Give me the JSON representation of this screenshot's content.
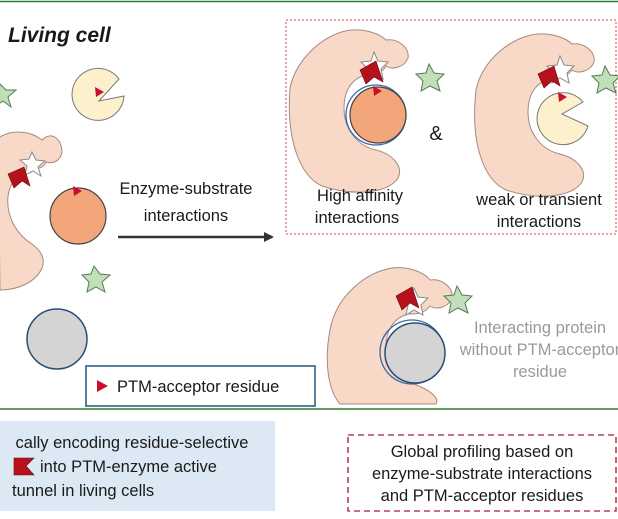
{
  "title": "Living cell",
  "arrow_label": [
    "Enzyme-substrate",
    "interactions"
  ],
  "high_affinity": [
    "High affinity",
    "interactions"
  ],
  "ampersand": "&",
  "weak": [
    "weak or transient",
    "interactions"
  ],
  "no_ptm": [
    "Interacting protein",
    "without PTM-acceptor",
    "residue"
  ],
  "legend": "PTM-acceptor residue",
  "bottom_left": [
    "cally encoding residue-selective",
    "into PTM-enzyme active",
    "tunnel in living cells"
  ],
  "bottom_right": [
    "Global profiling based on",
    "enzyme-substrate interactions",
    "and PTM-acceptor residues"
  ],
  "colors": {
    "frame": "#2e7d32",
    "ptm_residue": "#c8102e",
    "probe": "#b5121b",
    "enzyme": "#f8d9c8",
    "star": "#c2e0b7",
    "orange_protein": "#f3a67a",
    "grey_protein": "#d4d4d4",
    "left_panel": "#dce8f4",
    "right_panel_border": "#b8405a"
  }
}
